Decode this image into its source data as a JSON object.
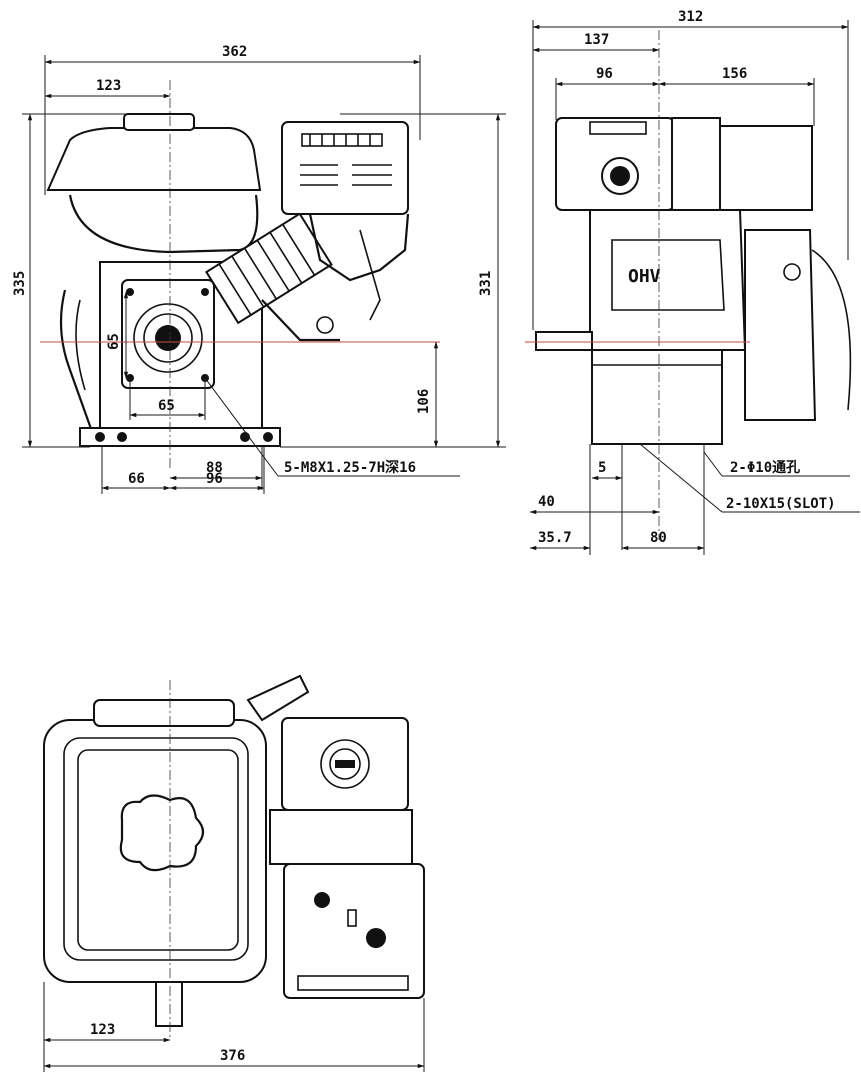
{
  "front_view": {
    "dim_top_width": "362",
    "dim_left_offset": "123",
    "dim_left_height": "335",
    "dim_right_height": "331",
    "dim_shaft_height": "106",
    "dim_bolt_vert": "65",
    "dim_bolt_horiz": "65",
    "dim_base_88": "88",
    "dim_base_66": "66",
    "dim_base_96": "96",
    "callout_bolts": "5-M8X1.25-7H深16"
  },
  "side_view": {
    "dim_total": "312",
    "dim_137": "137",
    "dim_96": "96",
    "dim_156": "156",
    "dim_5": "5",
    "dim_40": "40",
    "dim_35_7": "35.7",
    "dim_80": "80",
    "callout_holes": "2-Φ10通孔",
    "callout_slot": "2-10X15(SLOT)",
    "label_ohv": "OHV"
  },
  "top_view": {
    "dim_123": "123",
    "dim_376": "376"
  }
}
